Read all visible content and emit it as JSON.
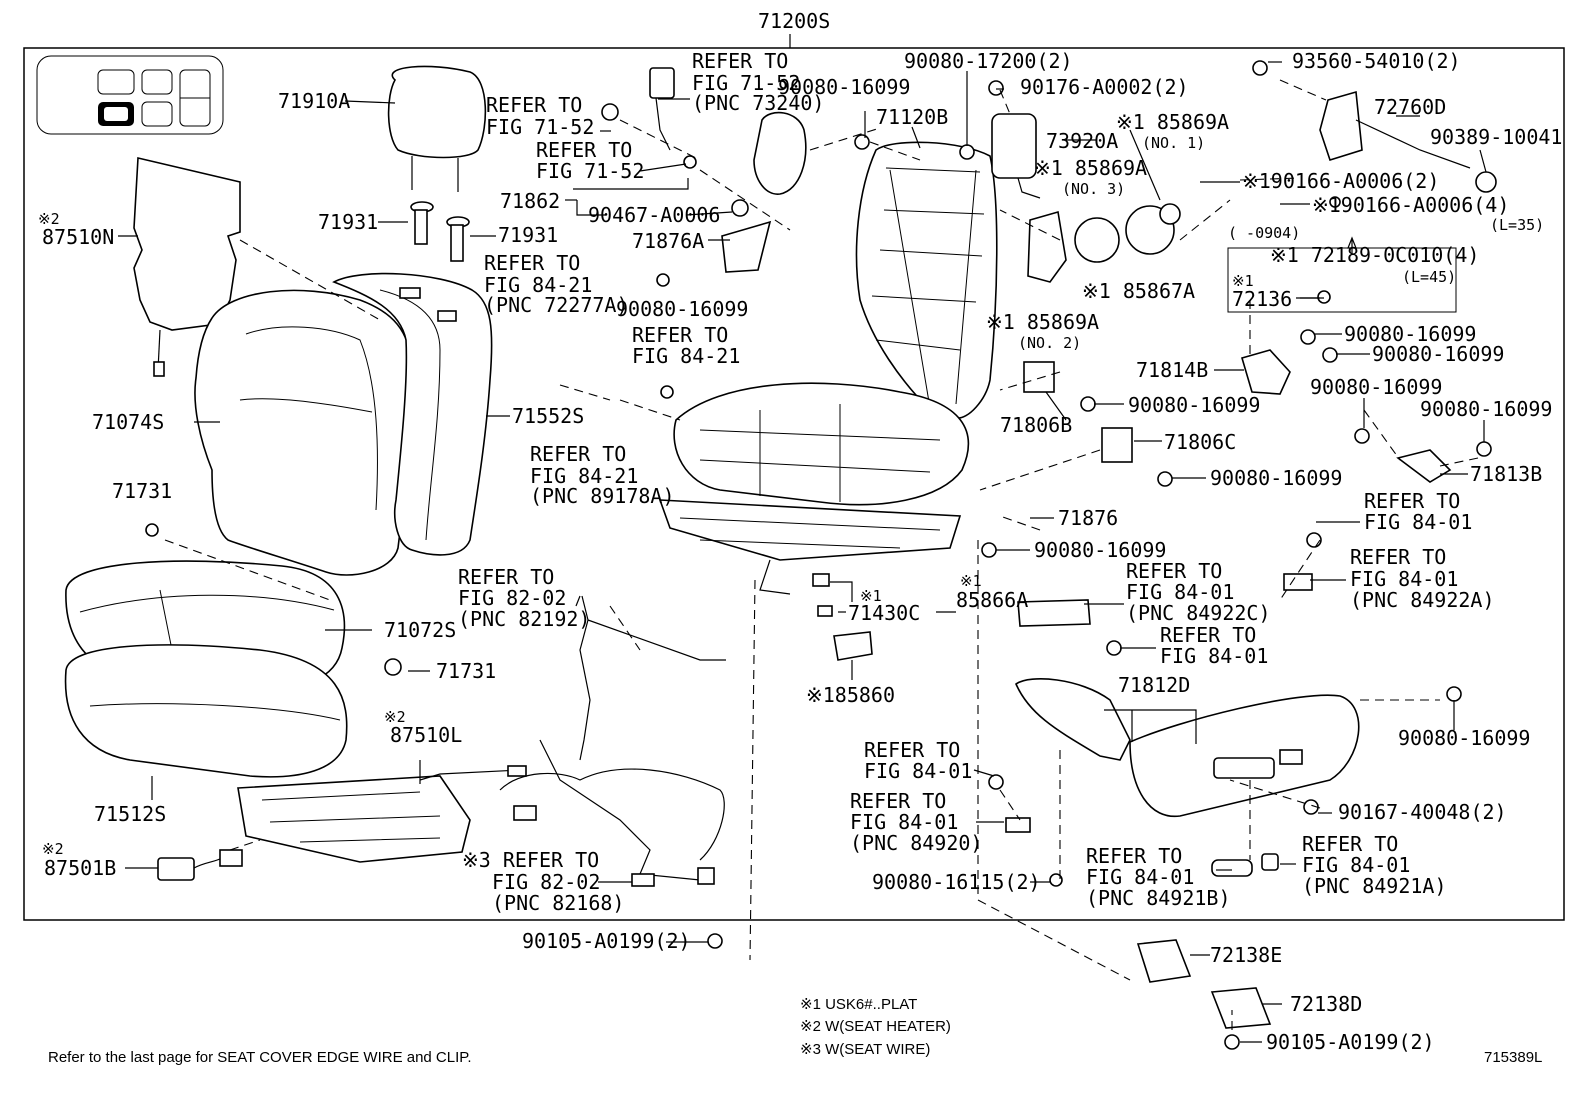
{
  "assembly": {
    "number": "71200S"
  },
  "labels": [
    {
      "id": "71910A",
      "t": "71910A"
    },
    {
      "id": "refer-71-52-a-1",
      "t": "REFER TO"
    },
    {
      "id": "refer-71-52-a-2",
      "t": "FIG 71-52"
    },
    {
      "id": "refer-71-52-b-1",
      "t": "REFER TO"
    },
    {
      "id": "refer-71-52-b-2",
      "t": "FIG 71-52"
    },
    {
      "id": "refer-73240-1",
      "t": "REFER TO"
    },
    {
      "id": "refer-73240-2",
      "t": "FIG 71-52"
    },
    {
      "id": "refer-73240-3",
      "t": "(PNC 73240)"
    },
    {
      "id": "90080-16099-a",
      "t": "90080-16099"
    },
    {
      "id": "90080-17200",
      "t": "90080-17200(2)"
    },
    {
      "id": "90176-A0002",
      "t": "90176-A0002(2)"
    },
    {
      "id": "93560-54010",
      "t": "93560-54010(2)"
    },
    {
      "id": "71120B",
      "t": "71120B"
    },
    {
      "id": "73920A",
      "t": "73920A"
    },
    {
      "id": "85869A-1",
      "t": "※1 85869A"
    },
    {
      "id": "85869A-1-no",
      "t": "(NO. 1)"
    },
    {
      "id": "85869A-3",
      "t": "※1 85869A"
    },
    {
      "id": "85869A-3-no",
      "t": "(NO. 3)"
    },
    {
      "id": "72760D",
      "t": "72760D"
    },
    {
      "id": "90389-10041",
      "t": "90389-10041"
    },
    {
      "id": "190166-a",
      "t": "※190166-A0006(2)"
    },
    {
      "id": "190166-b",
      "t": "※190166-A0006(4)"
    },
    {
      "id": "L35",
      "t": "(L=35)"
    },
    {
      "id": "range-0904",
      "t": "(      -0904)"
    },
    {
      "id": "72189",
      "t": "※1 72189-0C010(4)"
    },
    {
      "id": "L45",
      "t": "(L=45)"
    },
    {
      "id": "72136-mark",
      "t": "※1"
    },
    {
      "id": "72136",
      "t": "72136"
    },
    {
      "id": "71862",
      "t": "71862"
    },
    {
      "id": "90467",
      "t": "90467-A0006"
    },
    {
      "id": "71876A",
      "t": "71876A"
    },
    {
      "id": "71931-a",
      "t": "71931"
    },
    {
      "id": "71931-b",
      "t": "71931"
    },
    {
      "id": "87510N-mark",
      "t": "※2"
    },
    {
      "id": "87510N",
      "t": "87510N"
    },
    {
      "id": "refer-72277A-1",
      "t": "REFER TO"
    },
    {
      "id": "refer-72277A-2",
      "t": "FIG 84-21"
    },
    {
      "id": "refer-72277A-3",
      "t": "(PNC 72277A)"
    },
    {
      "id": "90080-16099-b",
      "t": "90080-16099"
    },
    {
      "id": "85867A",
      "t": "※1 85867A"
    },
    {
      "id": "85869A-2",
      "t": "※1 85869A"
    },
    {
      "id": "85869A-2-no",
      "t": "(NO. 2)"
    },
    {
      "id": "refer-84-21-1",
      "t": "REFER TO"
    },
    {
      "id": "refer-84-21-2",
      "t": "FIG 84-21"
    },
    {
      "id": "90080-16099-c",
      "t": "90080-16099"
    },
    {
      "id": "90080-16099-d",
      "t": "90080-16099"
    },
    {
      "id": "71814B",
      "t": "71814B"
    },
    {
      "id": "71074S",
      "t": "71074S"
    },
    {
      "id": "71552S",
      "t": "71552S"
    },
    {
      "id": "refer-89178A-1",
      "t": "REFER TO"
    },
    {
      "id": "refer-89178A-2",
      "t": "FIG 84-21"
    },
    {
      "id": "refer-89178A-3",
      "t": "(PNC 89178A)"
    },
    {
      "id": "71806B",
      "t": "71806B"
    },
    {
      "id": "90080-16099-e",
      "t": "90080-16099"
    },
    {
      "id": "90080-16099-f",
      "t": "90080-16099"
    },
    {
      "id": "90080-16099-g",
      "t": "90080-16099"
    },
    {
      "id": "71806C",
      "t": "71806C"
    },
    {
      "id": "90080-16099-h",
      "t": "90080-16099"
    },
    {
      "id": "71813B",
      "t": "71813B"
    },
    {
      "id": "71731-a",
      "t": "71731"
    },
    {
      "id": "71876",
      "t": "71876"
    },
    {
      "id": "refer-84-01-a-1",
      "t": "REFER TO"
    },
    {
      "id": "refer-84-01-a-2",
      "t": "FIG 84-01"
    },
    {
      "id": "90080-16099-i",
      "t": "90080-16099"
    },
    {
      "id": "refer-84922A-1",
      "t": "REFER TO"
    },
    {
      "id": "refer-84922A-2",
      "t": "FIG 84-01"
    },
    {
      "id": "refer-84922A-3",
      "t": "(PNC 84922A)"
    },
    {
      "id": "refer-82192-1",
      "t": "REFER TO"
    },
    {
      "id": "refer-82192-2",
      "t": "FIG 82-02"
    },
    {
      "id": "refer-82192-3",
      "t": "(PNC 82192)"
    },
    {
      "id": "71430C-mark",
      "t": "※1"
    },
    {
      "id": "71430C",
      "t": "71430C"
    },
    {
      "id": "85866A-mark",
      "t": "※1"
    },
    {
      "id": "85866A",
      "t": "85866A"
    },
    {
      "id": "refer-84922C-1",
      "t": "REFER TO"
    },
    {
      "id": "refer-84922C-2",
      "t": "FIG 84-01"
    },
    {
      "id": "refer-84922C-3",
      "t": "(PNC 84922C)"
    },
    {
      "id": "refer-84-01-b-1",
      "t": "REFER TO"
    },
    {
      "id": "refer-84-01-b-2",
      "t": "FIG 84-01"
    },
    {
      "id": "71072S",
      "t": "71072S"
    },
    {
      "id": "71731-b",
      "t": "71731"
    },
    {
      "id": "185860",
      "t": "※185860"
    },
    {
      "id": "71812D",
      "t": "71812D"
    },
    {
      "id": "90080-16099-j",
      "t": "90080-16099"
    },
    {
      "id": "87510L-mark",
      "t": "※2"
    },
    {
      "id": "87510L",
      "t": "87510L"
    },
    {
      "id": "refer-84-01-c-1",
      "t": "REFER TO"
    },
    {
      "id": "refer-84-01-c-2",
      "t": "FIG 84-01"
    },
    {
      "id": "refer-84920-1",
      "t": "REFER TO"
    },
    {
      "id": "refer-84920-2",
      "t": "FIG 84-01"
    },
    {
      "id": "refer-84920-3",
      "t": "(PNC 84920)"
    },
    {
      "id": "90167-40048",
      "t": "90167-40048(2)"
    },
    {
      "id": "refer-84921A-1",
      "t": "REFER TO"
    },
    {
      "id": "refer-84921A-2",
      "t": "FIG 84-01"
    },
    {
      "id": "refer-84921A-3",
      "t": "(PNC 84921A)"
    },
    {
      "id": "71512S",
      "t": "71512S"
    },
    {
      "id": "87501B-mark",
      "t": "※2"
    },
    {
      "id": "87501B",
      "t": "87501B"
    },
    {
      "id": "refer-82168-1",
      "t": "※3 REFER TO"
    },
    {
      "id": "refer-82168-2",
      "t": "FIG 82-02"
    },
    {
      "id": "refer-82168-3",
      "t": "(PNC 82168)"
    },
    {
      "id": "refer-84921B-1",
      "t": "REFER TO"
    },
    {
      "id": "refer-84921B-2",
      "t": "FIG 84-01"
    },
    {
      "id": "refer-84921B-3",
      "t": "(PNC 84921B)"
    },
    {
      "id": "90080-16115",
      "t": "90080-16115(2)"
    },
    {
      "id": "90105-a",
      "t": "90105-A0199(2)"
    },
    {
      "id": "72138E",
      "t": "72138E"
    },
    {
      "id": "72138D",
      "t": "72138D"
    },
    {
      "id": "90105-b",
      "t": "90105-A0199(2)"
    }
  ],
  "legend": [
    "※1 USK6#..PLAT",
    "※2 W(SEAT HEATER)",
    "※3 W(SEAT WIRE)"
  ],
  "footer": {
    "note": "Refer to the last page for SEAT COVER EDGE WIRE and CLIP.",
    "code": "715389L"
  }
}
